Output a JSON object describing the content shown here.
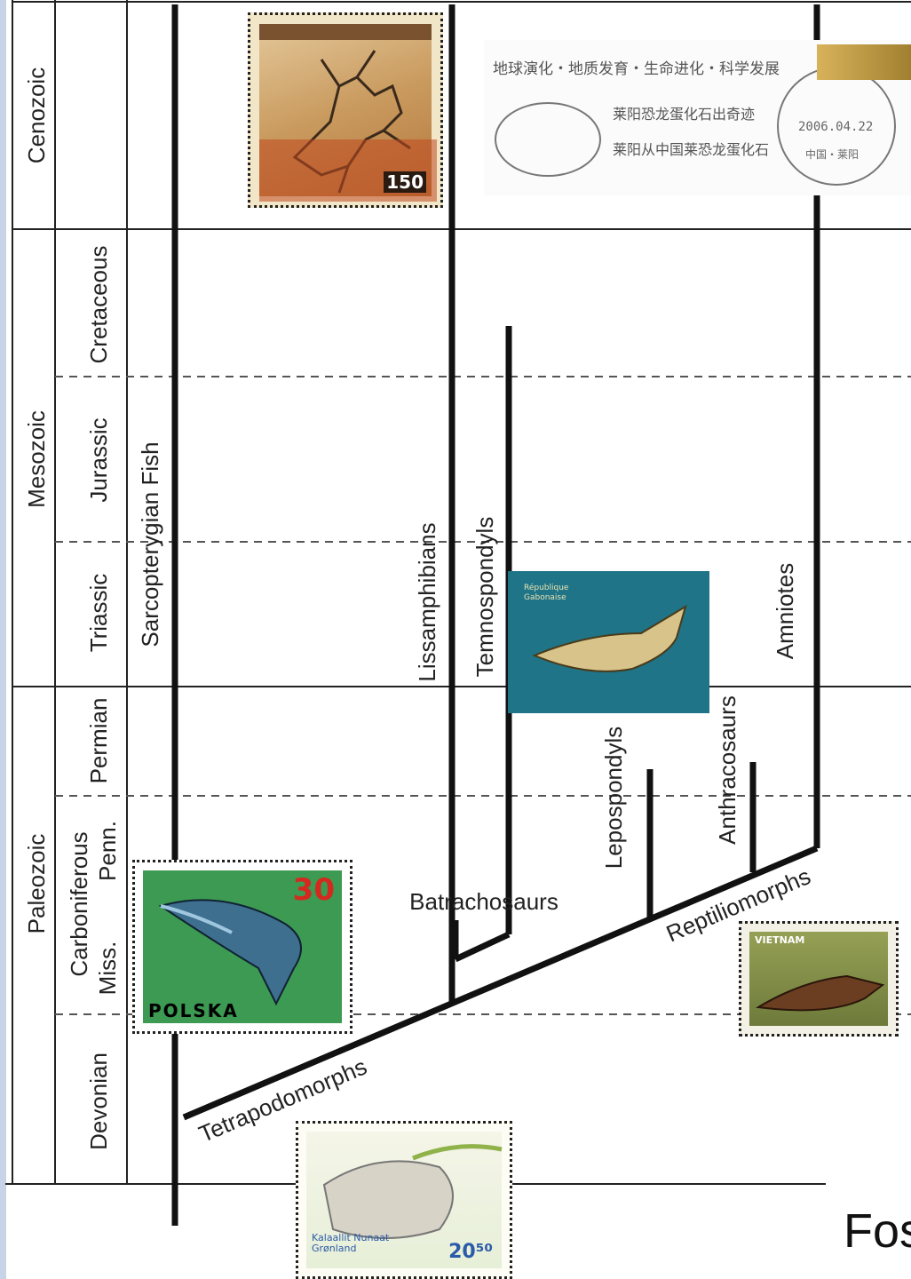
{
  "eras": [
    {
      "label": "Cenozoic"
    },
    {
      "label": "Mesozoic"
    },
    {
      "label": "Paleozoic"
    }
  ],
  "periods": {
    "cretaceous": "Cretaceous",
    "jurassic": "Jurassic",
    "triassic": "Triassic",
    "permian": "Permian",
    "carboniferous": "Carboniferous",
    "penn": "Penn.",
    "miss": "Miss.",
    "devonian": "Devonian"
  },
  "clades": {
    "sarcopterygian": "Sarcopterygian Fish",
    "lissamphibians": "Lissamphibians",
    "temnospondyls": "Temnospondyls",
    "amniotes": "Amniotes",
    "lepospondyls": "Lepospondyls",
    "anthracosaurs": "Anthracosaurs",
    "batrachosaurs": "Batrachosaurs",
    "reptiliomorphs": "Reptiliomorphs",
    "tetrapodomorphs": "Tetrapodomorphs"
  },
  "stamps": {
    "polska_value": "30",
    "polska_country": "POLSKA",
    "libya_value": "150",
    "greenland_country": "Kalaallit Nunaat Grønland",
    "greenland_value": "20⁵⁰",
    "vietnam_country": "VIETNAM",
    "gabon_country": "République Gabonaise",
    "postmark_date": "2006.04.22",
    "postmark_place": "中国・莱阳",
    "postmark_line1": "地球演化・地质发育・生命进化・科学发展",
    "postmark_line2": "莱阳恐龙蛋化石出奇迹",
    "postmark_line3": "莱阳从中国莱恐龙蛋化石"
  },
  "caption": "Fos",
  "colors": {
    "line": "#111111",
    "dash": "#555555",
    "strip": "#c7d3e6"
  }
}
